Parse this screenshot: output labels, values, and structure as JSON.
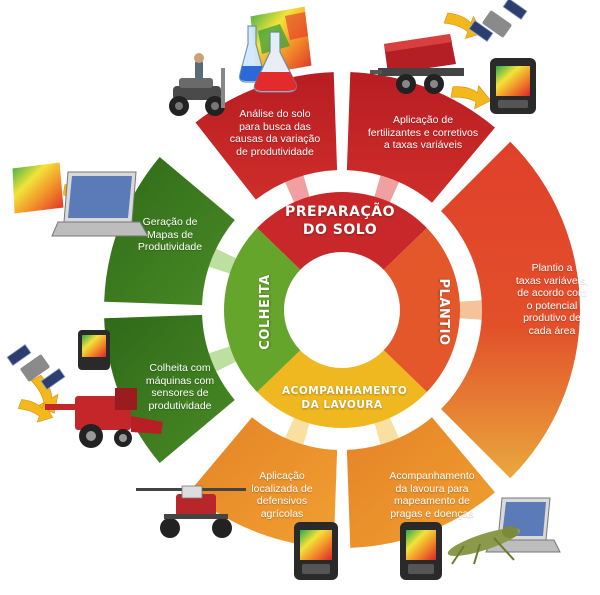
{
  "colors": {
    "preparo": "#c8282a",
    "plantio": "#e3572a",
    "plantio_outer_start": "#e0402a",
    "plantio_outer_end": "#e8a23a",
    "acompanhamento": "#f0b820",
    "acompanhamento_outer": "#e88a28",
    "colheita": "#66a52c",
    "colheita_outer": "#3d7a1e",
    "connector_red": "#f0a0a0",
    "connector_orange": "#f5c39a",
    "connector_yellow": "#f8e0a0",
    "connector_green": "#bde0a0"
  },
  "center": {
    "preparacao": "PREPARAÇÃO\nDO SOLO",
    "plantio": "PLANTIO",
    "acompanhamento": "ACOMPANHAMENTO\nDA LAVOURA",
    "colheita": "COLHEITA"
  },
  "outer": {
    "analise": "Análise do solo\npara busca das\ncausas da variação\nde produtividade",
    "aplicacao_fert": "Aplicação de\nfertilizantes e corretivos\na taxas variáveis",
    "plantio_taxas": "Plantio a\ntaxas variáveis,\nde acordo com\no potencial\nprodutivo de\ncada área",
    "acomp_mapeamento": "Acompanhamento\nda lavoura para\nmapeamento de\npragas e doenças",
    "aplicacao_defensivos": "Aplicação\nlocalizada de\ndefensivos\nagrícolas",
    "colheita_sensores": "Colheita com\nmáquinas com\nsensores de\nprodutividade",
    "geracao_mapas": "Geração de\nMapas de\nProdutividade"
  },
  "icons": {
    "soil_sampling": "atv-soil-sampler-icon",
    "lab_flasks": "lab-flask-icon",
    "spreader": "fertilizer-spreader-icon",
    "satellite": "gps-satellite-icon",
    "gps_monitor": "gps-monitor-icon",
    "laptop": "laptop-icon",
    "combine": "combine-harvester-icon",
    "sprayer": "self-propelled-sprayer-icon",
    "grasshopper": "grasshopper-icon"
  }
}
